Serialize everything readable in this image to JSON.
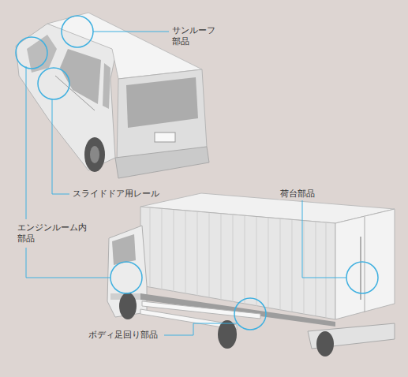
{
  "diagram": {
    "labels": [
      "サンルーフ 部品",
      "スライドドア用レール",
      "エンジンルーム内 部品",
      "荷台部品",
      "ボディ足回り部品"
    ]
  }
}
